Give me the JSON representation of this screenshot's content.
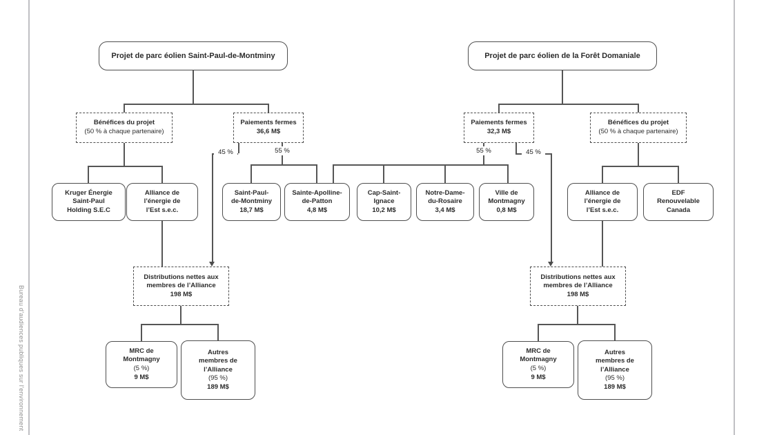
{
  "page": {
    "watermark": "Bureau d’audiences publiques sur l’environnement"
  },
  "diagram": {
    "left": {
      "root": "Projet de parc éolien Saint-Paul-de-Montminy",
      "benefits": {
        "title": "Bénéfices du projet",
        "note": "(50 % à chaque partenaire)"
      },
      "payments": {
        "title": "Paiements fermes",
        "amount": "36,6 M$"
      },
      "pct_alliance": "45 %",
      "pct_municipalities": "55 %",
      "kruger": [
        "Kruger Énergie",
        "Saint-Paul",
        "Holding S.E.C"
      ],
      "alliance": [
        "Alliance de",
        "l’énergie de",
        "l’Est s.e.c."
      ],
      "distribution": [
        "Distributions nettes aux",
        "membres de l’Alliance",
        "198 M$"
      ],
      "mrc": [
        "MRC de",
        "Montmagny",
        "(5 %)",
        "9 M$"
      ],
      "autres": [
        "Autres",
        "membres de",
        "l’Alliance",
        "(95 %)",
        "189 M$"
      ]
    },
    "municipalities": [
      [
        "Saint-Paul-",
        "de-Montminy",
        "18,7 M$"
      ],
      [
        "Sainte-Apolline-",
        "de-Patton",
        "4,8 M$"
      ],
      [
        "Cap-Saint-",
        "Ignace",
        "10,2 M$"
      ],
      [
        "Notre-Dame-",
        "du-Rosaire",
        "3,4 M$"
      ],
      [
        "Ville de",
        "Montmagny",
        "0,8 M$"
      ]
    ],
    "right": {
      "root": "Projet de parc éolien de la Forêt Domaniale",
      "payments": {
        "title": "Paiements fermes",
        "amount": "32,3 M$"
      },
      "benefits": {
        "title": "Bénéfices du projet",
        "note": "(50 % à chaque partenaire)"
      },
      "pct_municipalities": "55 %",
      "pct_alliance": "45 %",
      "alliance": [
        "Alliance de",
        "l’énergie de",
        "l’Est s.e.c."
      ],
      "edf": [
        "EDF",
        "Renouvelable",
        "Canada"
      ],
      "distribution": [
        "Distributions nettes aux",
        "membres de l’Alliance",
        "198 M$"
      ],
      "mrc": [
        "MRC de",
        "Montmagny",
        "(5 %)",
        "9 M$"
      ],
      "autres": [
        "Autres",
        "membres de",
        "l’Alliance",
        "(95 %)",
        "189 M$"
      ]
    },
    "colors": {
      "line": "#555555",
      "border": "#4d4d4d",
      "text": "#2b2b2b",
      "watermark": "#8f8f8f"
    }
  }
}
